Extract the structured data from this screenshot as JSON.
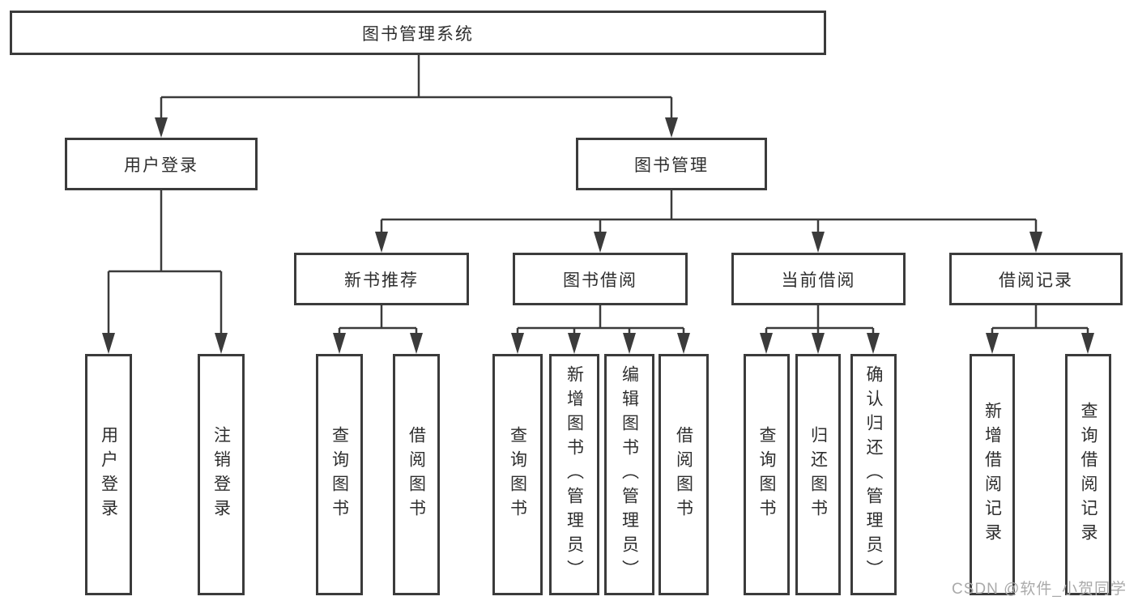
{
  "diagram_title": "图书管理系统",
  "colors": {
    "line": "#3b3b3b",
    "box_border": "#3b3b3b",
    "text": "#2e2e2e",
    "background": "#ffffff",
    "watermark": "#aaaaaa"
  },
  "tree": {
    "root": {
      "label": "图书管理系统",
      "children": [
        {
          "label": "用户登录",
          "children": [
            {
              "label": "用户登录"
            },
            {
              "label": "注销登录"
            }
          ]
        },
        {
          "label": "图书管理",
          "children": [
            {
              "label": "新书推荐",
              "children": [
                {
                  "label": "查询图书"
                },
                {
                  "label": "借阅图书"
                }
              ]
            },
            {
              "label": "图书借阅",
              "children": [
                {
                  "label": "查询图书"
                },
                {
                  "label": "新增图书（管理员）"
                },
                {
                  "label": "编辑图书（管理员）"
                },
                {
                  "label": "借阅图书"
                }
              ]
            },
            {
              "label": "当前借阅",
              "children": [
                {
                  "label": "查询图书"
                },
                {
                  "label": "归还图书"
                },
                {
                  "label": "确认归还（管理员）"
                }
              ]
            },
            {
              "label": "借阅记录",
              "children": [
                {
                  "label": "新增借阅记录"
                },
                {
                  "label": "查询借阅记录"
                }
              ]
            }
          ]
        }
      ]
    }
  },
  "watermark": {
    "text": "CSDN @软件_小贺同学"
  }
}
